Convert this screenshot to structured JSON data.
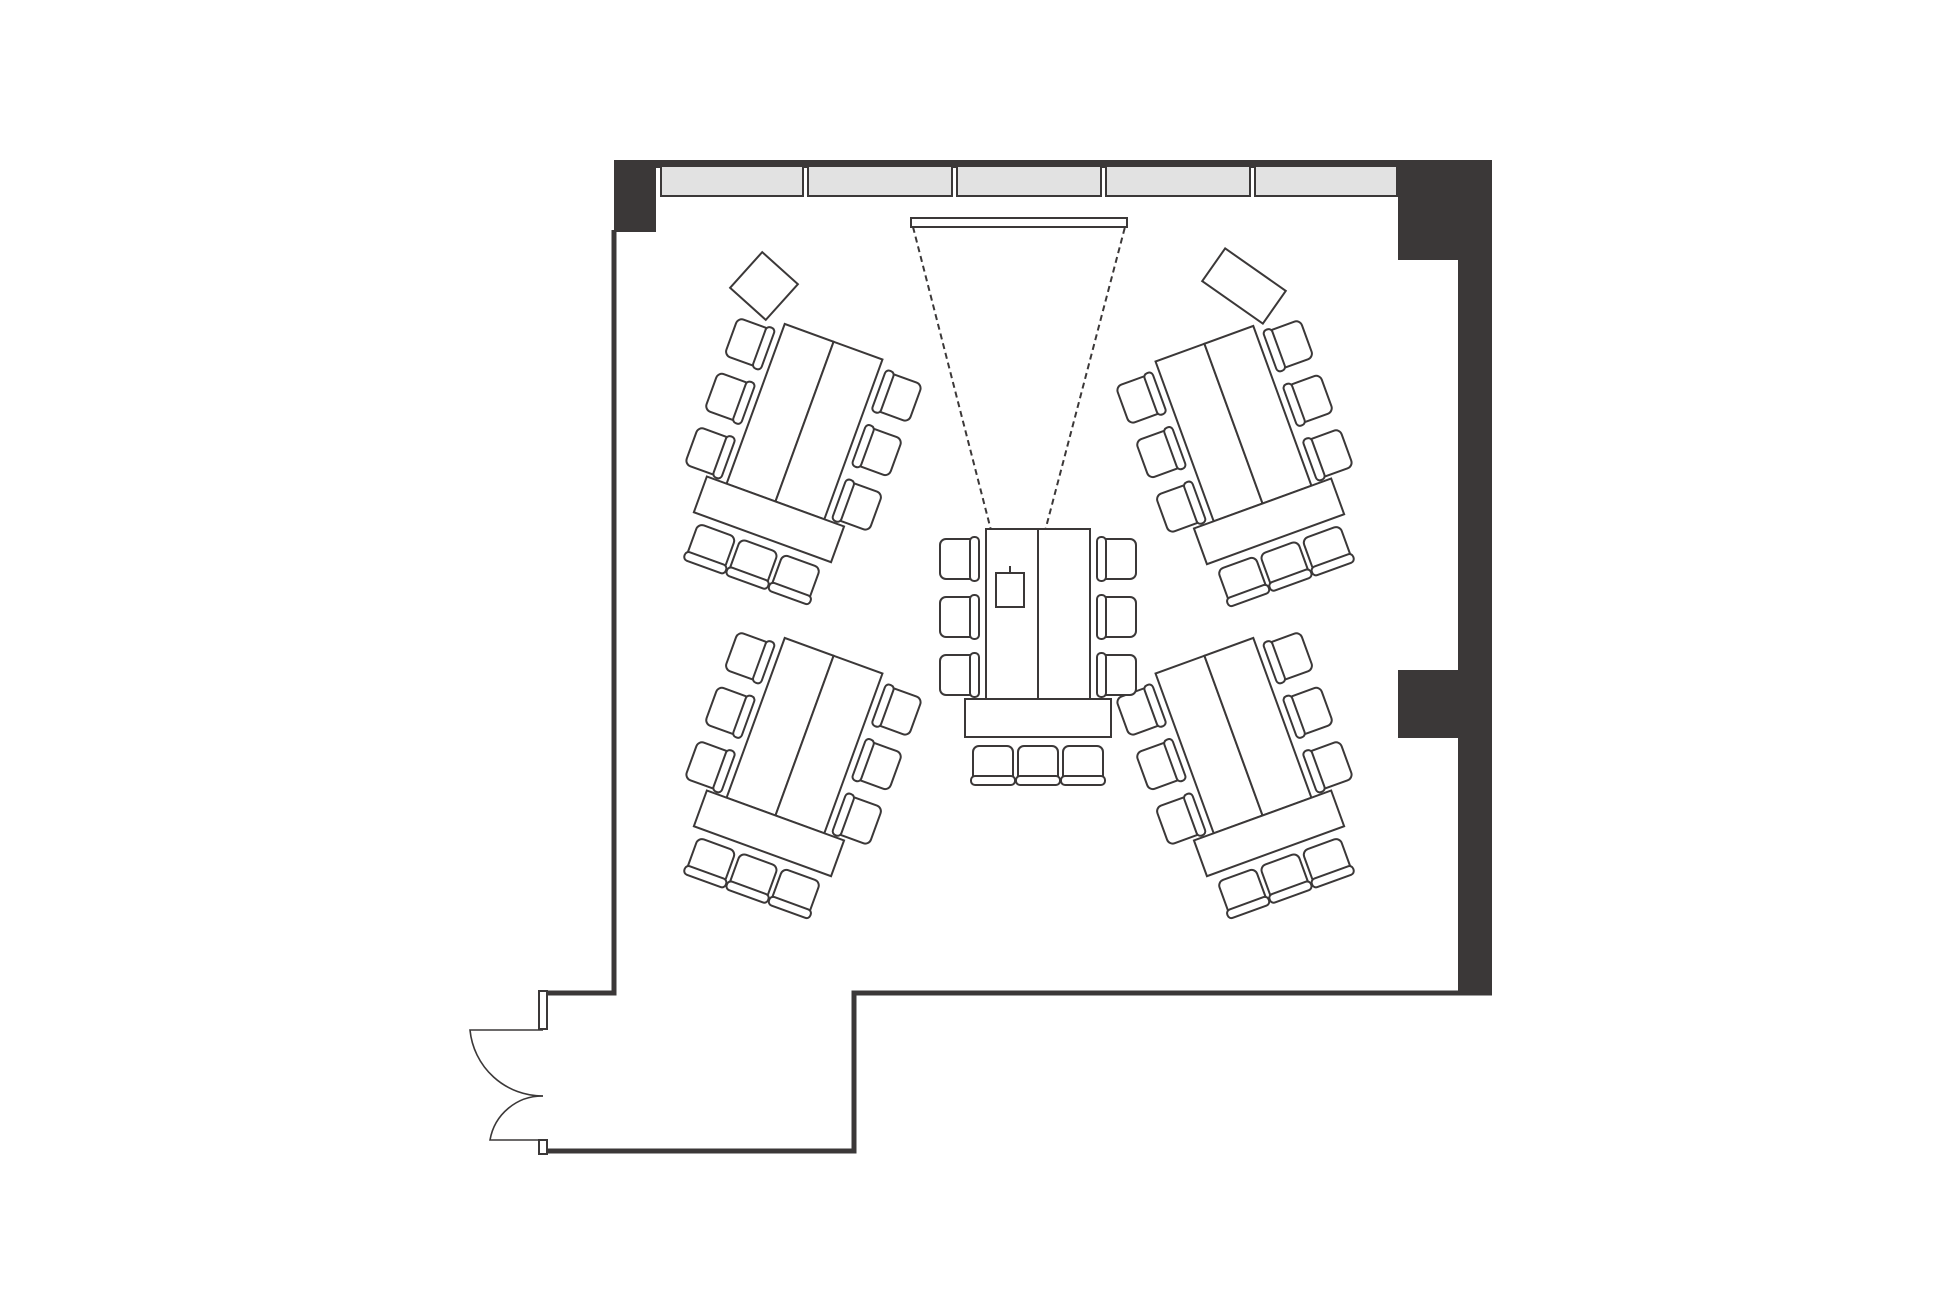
{
  "colors": {
    "wall": "#3b3838",
    "window_glass": "#e2e2e2",
    "background": "#ffffff"
  },
  "elements": {
    "window_panes": 5,
    "projector_screen": 1,
    "side_tables": 2,
    "doors": 2,
    "table_clusters": [
      {
        "name": "cluster-top-left",
        "chairs": 9
      },
      {
        "name": "cluster-top-right",
        "chairs": 9
      },
      {
        "name": "cluster-center",
        "chairs": 9
      },
      {
        "name": "cluster-bottom-left",
        "chairs": 9
      },
      {
        "name": "cluster-bottom-right",
        "chairs": 9
      }
    ]
  }
}
